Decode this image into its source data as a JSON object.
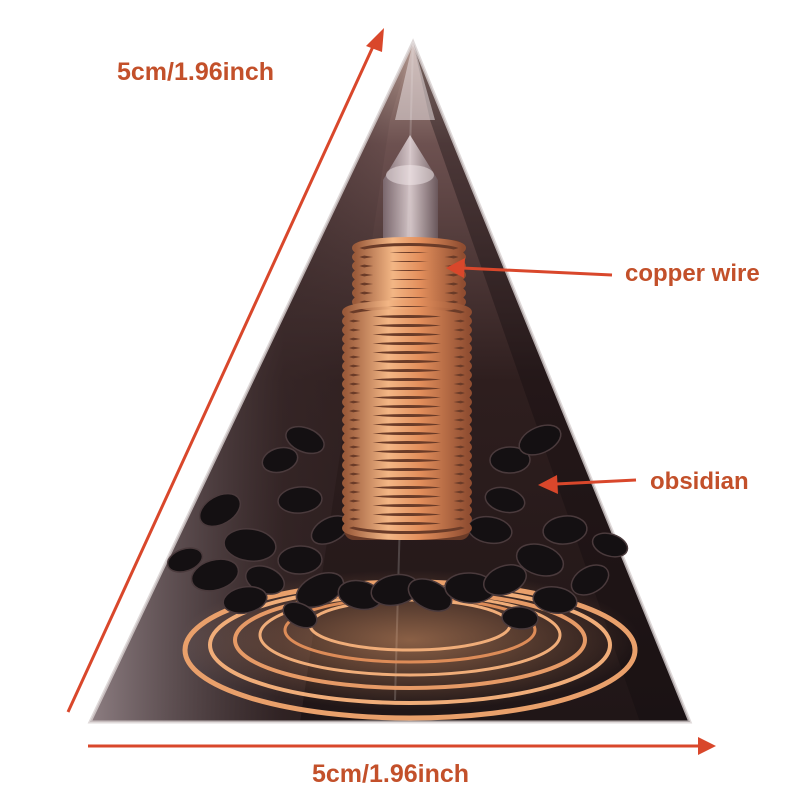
{
  "dimensions": {
    "side_label": "5cm/1.96inch",
    "bottom_label": "5cm/1.96inch"
  },
  "callouts": {
    "copper_wire": "copper wire",
    "obsidian": "obsidian"
  },
  "colors": {
    "label_text": "#c3502a",
    "arrow": "#d9472b",
    "copper": "#e79c62",
    "resin_dark": "#2a1a17",
    "obsidian": "#141012"
  }
}
